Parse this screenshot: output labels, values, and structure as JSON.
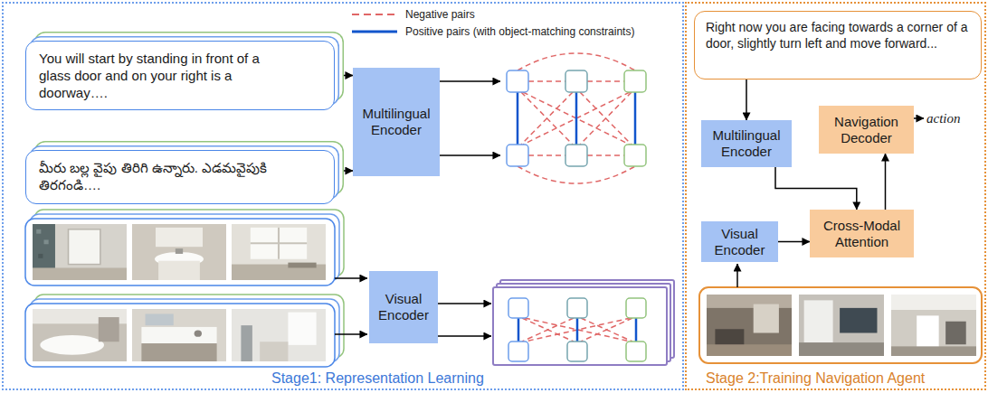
{
  "diagram": {
    "nodes": [
      {
        "text": [
          "Stage1: Representation Learning"
        ]
      },
      {
        "text": [
          "You will start by standing in front of a glass door and on your right is a doorway…."
        ],
        "in": 0
      },
      {
        "text": [
          "మీరు బల్ల వైపు తిరిగి ఉన్నారు. ఎడమవైపుకి తిరగండి…."
        ],
        "in": 0
      },
      {
        "text": [
          "Multilingual Encoder"
        ],
        "in": 0
      },
      {
        "text": [
          "Visual Encoder"
        ],
        "in": 0
      },
      {
        "text": [
          "Stage 2:Training Navigation Agent"
        ]
      },
      {
        "text": [
          "Right now you are facing towards a corner of a door, slightly turn left and move forward..."
        ],
        "in": 5
      },
      {
        "text": [
          "Multilingual Encoder"
        ],
        "in": 5
      },
      {
        "text": [
          "Navigation Decoder"
        ],
        "in": 5
      },
      {
        "text": [
          "Visual Encoder"
        ],
        "in": 5
      },
      {
        "text": [
          "Cross-Modal Attention"
        ],
        "in": 5
      }
    ],
    "edges": [
      {
        "from": 1,
        "to": 3,
        "arrow": "to"
      },
      {
        "from": 2,
        "to": 3,
        "arrow": "to"
      },
      {
        "from": 6,
        "to": 7,
        "arrow": "to"
      },
      {
        "from": 7,
        "to": 10,
        "arrow": "to"
      },
      {
        "from": 9,
        "to": 10,
        "arrow": "to"
      },
      {
        "from": 10,
        "to": 8,
        "arrow": "to"
      }
    ],
    "labels": [
      "action"
    ],
    "legend": [
      {
        "text": "Negative pairs"
      },
      {
        "text": "Positive pairs (with object-matching constraints)"
      }
    ]
  }
}
